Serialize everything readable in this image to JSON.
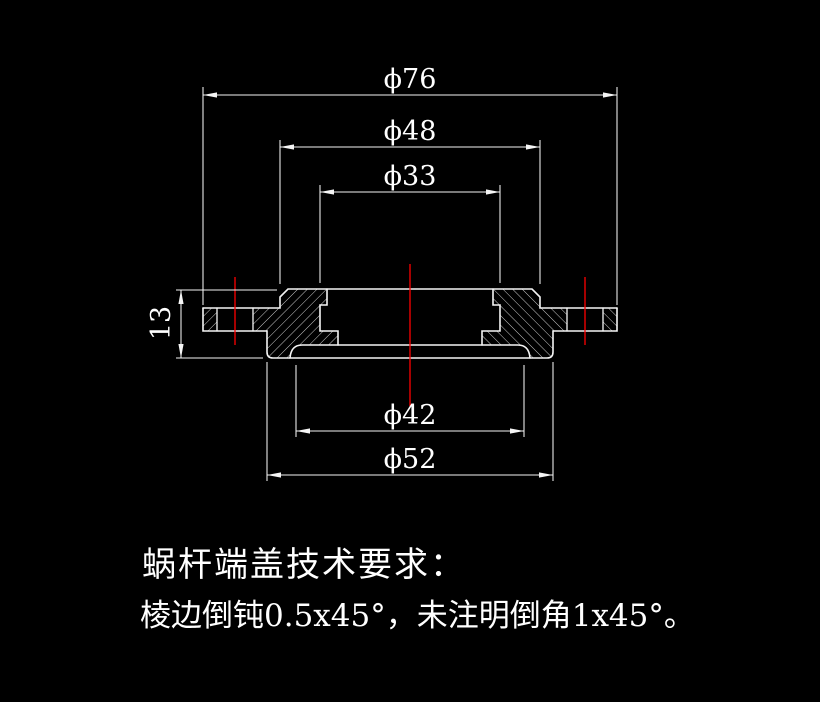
{
  "canvas": {
    "background_color": "#000000",
    "outline_color": "#f5f5f5",
    "hatch_color": "#e0e0e0",
    "centerline_color": "#ff0000",
    "text_color": "#ffffff"
  },
  "dimensions": {
    "phi76": {
      "label": "ϕ76"
    },
    "phi48": {
      "label": "ϕ48"
    },
    "phi33": {
      "label": "ϕ33"
    },
    "phi42": {
      "label": "ϕ42"
    },
    "phi52": {
      "label": "ϕ52"
    },
    "height13": {
      "label": "13"
    }
  },
  "notes": {
    "title": "蜗杆端盖技术要求：",
    "line1": "棱边倒钝0.5x45°，未注明倒角1x45°。"
  }
}
